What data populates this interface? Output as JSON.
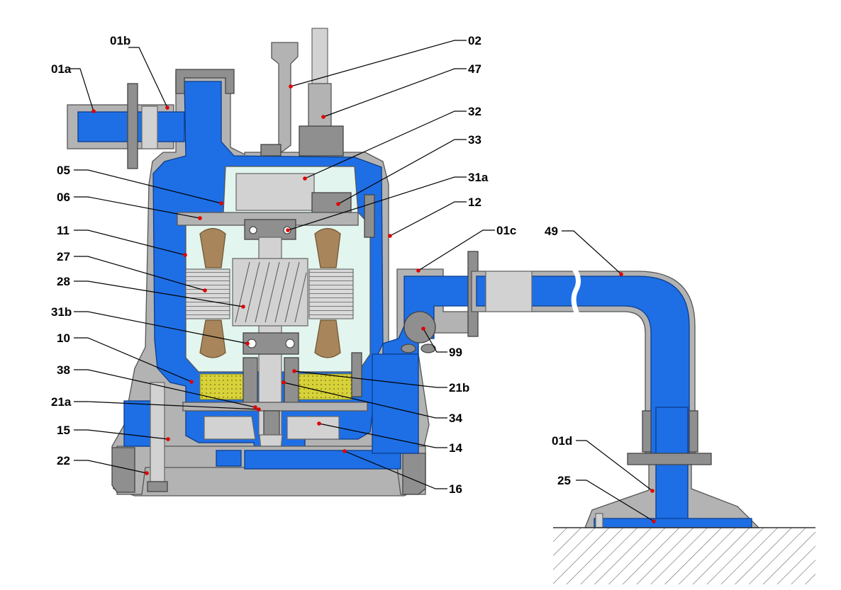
{
  "diagram": {
    "labels": [
      {
        "id": "01b",
        "text": "01b"
      },
      {
        "id": "01a",
        "text": "01a"
      },
      {
        "id": "02",
        "text": "02"
      },
      {
        "id": "47",
        "text": "47"
      },
      {
        "id": "32",
        "text": "32"
      },
      {
        "id": "33",
        "text": "33"
      },
      {
        "id": "05",
        "text": "05"
      },
      {
        "id": "31a",
        "text": "31a"
      },
      {
        "id": "06",
        "text": "06"
      },
      {
        "id": "12",
        "text": "12"
      },
      {
        "id": "11",
        "text": "11"
      },
      {
        "id": "01c",
        "text": "01c"
      },
      {
        "id": "49",
        "text": "49"
      },
      {
        "id": "27",
        "text": "27"
      },
      {
        "id": "28",
        "text": "28"
      },
      {
        "id": "31b",
        "text": "31b"
      },
      {
        "id": "99",
        "text": "99"
      },
      {
        "id": "10",
        "text": "10"
      },
      {
        "id": "38",
        "text": "38"
      },
      {
        "id": "21b",
        "text": "21b"
      },
      {
        "id": "21a",
        "text": "21a"
      },
      {
        "id": "34",
        "text": "34"
      },
      {
        "id": "15",
        "text": "15"
      },
      {
        "id": "14",
        "text": "14"
      },
      {
        "id": "22",
        "text": "22"
      },
      {
        "id": "16",
        "text": "16"
      },
      {
        "id": "01d",
        "text": "01d"
      },
      {
        "id": "25",
        "text": "25"
      }
    ],
    "colors": {
      "water": "#1e6fe6",
      "casing": "#b3b3b3",
      "motor_chamber": "#e2f5ee",
      "winding": "#a8855a",
      "oil": "#d8d23a",
      "marker": "#e00000"
    }
  }
}
